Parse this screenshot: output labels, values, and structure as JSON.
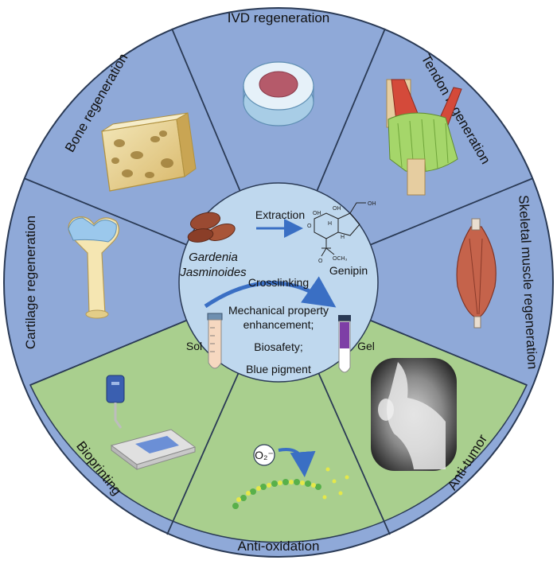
{
  "colors": {
    "blue_sector": "#8fa9d8",
    "green_sector": "#a9cf8e",
    "center_fill": "#bfd8ee",
    "divider": "#2a3a55",
    "arrow": "#3a6fc4"
  },
  "sectors": {
    "ivd": "IVD regeneration",
    "tendon": "Tendon regeneration",
    "skeletal": "Skeletal muscle regeneration",
    "antitumor": "Anti-tumor",
    "antioxidation": "Anti-oxidation",
    "bioprinting": "Bioprinting",
    "cartilage": "Cartilage regeneration",
    "bone": "Bone regeneration"
  },
  "center": {
    "extraction": "Extraction",
    "plant_line1": "Gardenia",
    "plant_line2": "Jasminoides",
    "genipin": "Genipin",
    "crosslinking": "Crosslinking",
    "property1": "Mechanical property",
    "property2": "enhancement;",
    "property3": "Biosafety;",
    "property4": "Blue pigment",
    "sol": "Sol",
    "gel": "Gel"
  },
  "chem": {
    "oh1": "OH",
    "oh2": "OH",
    "oh3": "OH",
    "h1": "H",
    "h2": "H",
    "o1": "O",
    "ester": "OCH₃",
    "o2": "O",
    "superoxide": "O₂⁻"
  },
  "icons": {
    "bone": "bone-scaffold-icon",
    "ivd": "intervertebral-disc-icon",
    "tendon": "knee-tendon-icon",
    "muscle": "skeletal-muscle-icon",
    "xray": "knee-xray-icon",
    "oxidation": "antioxidant-particles-icon",
    "printer": "bioprinter-icon",
    "cartilage": "femur-cartilage-icon",
    "seeds": "gardenia-seeds-icon",
    "sol_tube": "sol-tube-icon",
    "gel_tube": "gel-tube-icon"
  }
}
